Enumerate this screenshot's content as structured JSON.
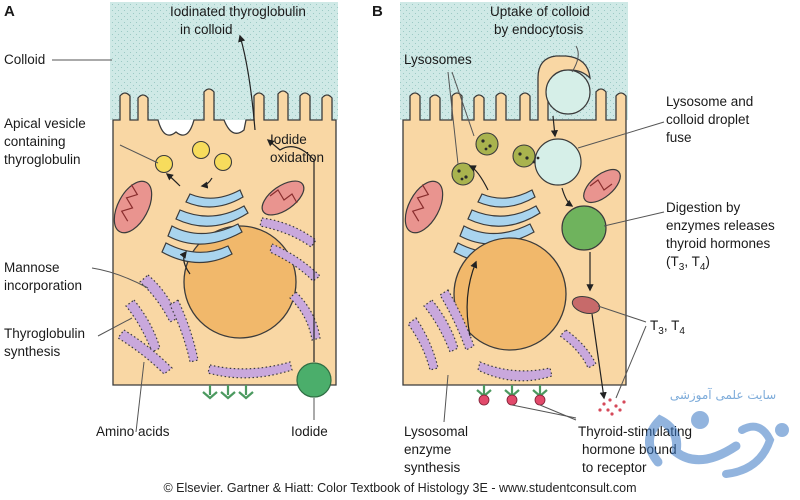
{
  "panels": {
    "a": "A",
    "b": "B"
  },
  "labels_a": {
    "colloid": "Colloid",
    "iodinated_1": "Iodinated thyroglobulin",
    "iodinated_2": "in colloid",
    "apical_1": "Apical vesicle",
    "apical_2": "containing",
    "apical_3": "thyroglobulin",
    "iodide_ox_1": "Iodide",
    "iodide_ox_2": "oxidation",
    "mannose_1": "Mannose",
    "mannose_2": "incorporation",
    "thyro_syn_1": "Thyroglobulin",
    "thyro_syn_2": "synthesis",
    "amino": "Amino acids",
    "iodide": "Iodide"
  },
  "labels_b": {
    "uptake_1": "Uptake of colloid",
    "uptake_2": "by endocytosis",
    "lysosomes": "Lysosomes",
    "fuse_1": "Lysosome and",
    "fuse_2": "colloid droplet",
    "fuse_3": "fuse",
    "digest_1": "Digestion by",
    "digest_2": "enzymes releases",
    "digest_3": "thyroid hormones",
    "digest_4_a": "(T",
    "digest_4_b": "3",
    "digest_4_c": ", T",
    "digest_4_d": "4",
    "digest_4_e": ")",
    "t3t4_a": "T",
    "t3t4_b": "3",
    "t3t4_c": ", T",
    "t3t4_d": "4",
    "lysenz_1": "Lysosomal",
    "lysenz_2": "enzyme",
    "lysenz_3": "synthesis",
    "tsh_1": "Thyroid-stimulating",
    "tsh_2": "hormone bound",
    "tsh_3": "to receptor"
  },
  "credit": "© Elsevier. Gartner & Hiatt: Color Textbook of Histology 3E - www.studentconsult.com",
  "watermark": {
    "text": "سایت علمی آموزشی",
    "logo": "وانو"
  },
  "colors": {
    "colloid": "#cfe9e6",
    "cytoplasm": "#f9d7a4",
    "nucleus": "#f1b86b",
    "rer": "#c9a8dc",
    "golgi": "#a9d4ee",
    "mito": "#e9948f",
    "vesicle": "#f7dc5c",
    "lysosome": "#a9b34e",
    "droplet": "#d6efe8",
    "digest": "#6fb35d",
    "receptor": "#4c9a60",
    "tsh": "#e24a6b",
    "iodide_channel": "#4bae6b"
  }
}
